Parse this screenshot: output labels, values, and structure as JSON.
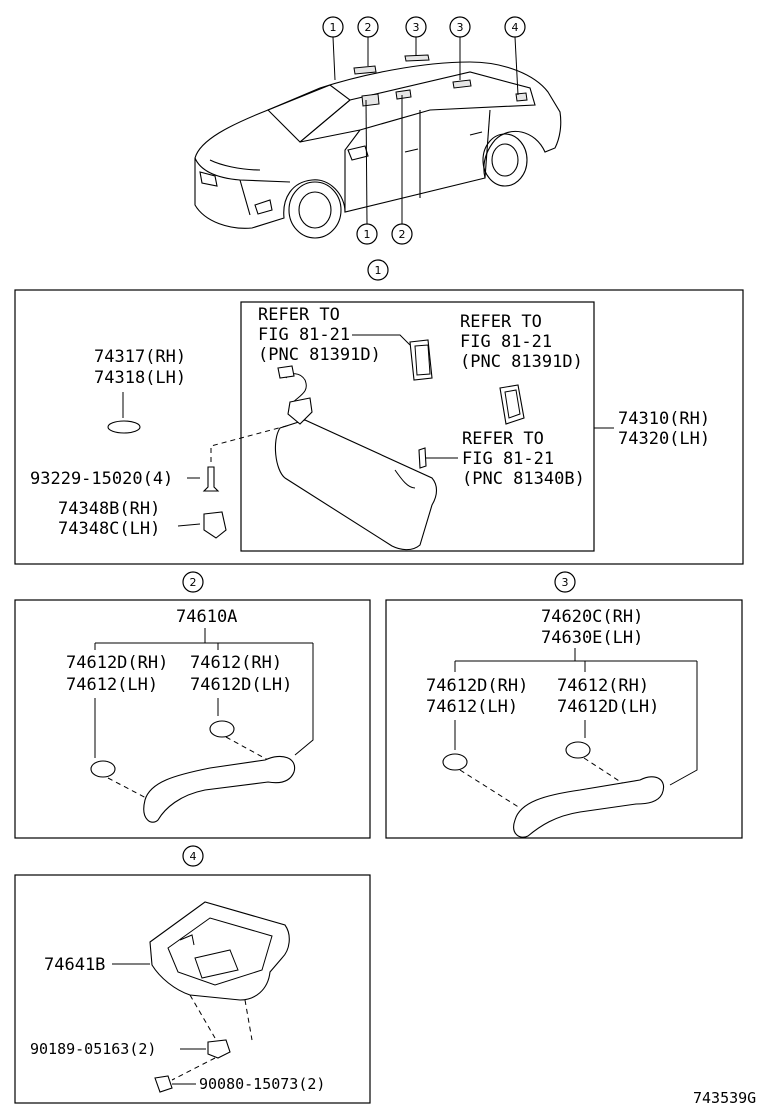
{
  "callouts": {
    "top": [
      "1",
      "2",
      "3",
      "3",
      "4"
    ],
    "bottom": [
      "1",
      "2"
    ],
    "section_1": "1",
    "section_2": "2",
    "section_3": "3",
    "section_4": "4"
  },
  "section_1": {
    "refer_a": [
      "REFER TO",
      "FIG 81-21",
      "(PNC 81391D)"
    ],
    "refer_b": [
      "REFER TO",
      "FIG 81-21",
      "(PNC 81391D)"
    ],
    "refer_c": [
      "REFER TO",
      "FIG 81-21",
      "(PNC 81340B)"
    ],
    "part_74317": [
      "74317(RH)",
      "74318(LH)"
    ],
    "part_93229": "93229-15020(4)",
    "part_74348": [
      "74348B(RH)",
      "74348C(LH)"
    ],
    "part_74310": [
      "74310(RH)",
      "74320(LH)"
    ]
  },
  "section_2": {
    "assy": "74610A",
    "left_labels": [
      "74612D(RH)",
      "74612(LH)"
    ],
    "right_labels": [
      "74612(RH)",
      "74612D(LH)"
    ]
  },
  "section_3": {
    "assy": [
      "74620C(RH)",
      "74630E(LH)"
    ],
    "left_labels": [
      "74612D(RH)",
      "74612(LH)"
    ],
    "right_labels": [
      "74612(RH)",
      "74612D(LH)"
    ]
  },
  "section_4": {
    "part_74641": "74641B",
    "part_90189": "90189-05163(2)",
    "part_90080": "90080-15073(2)"
  },
  "figure_code": "743539G"
}
